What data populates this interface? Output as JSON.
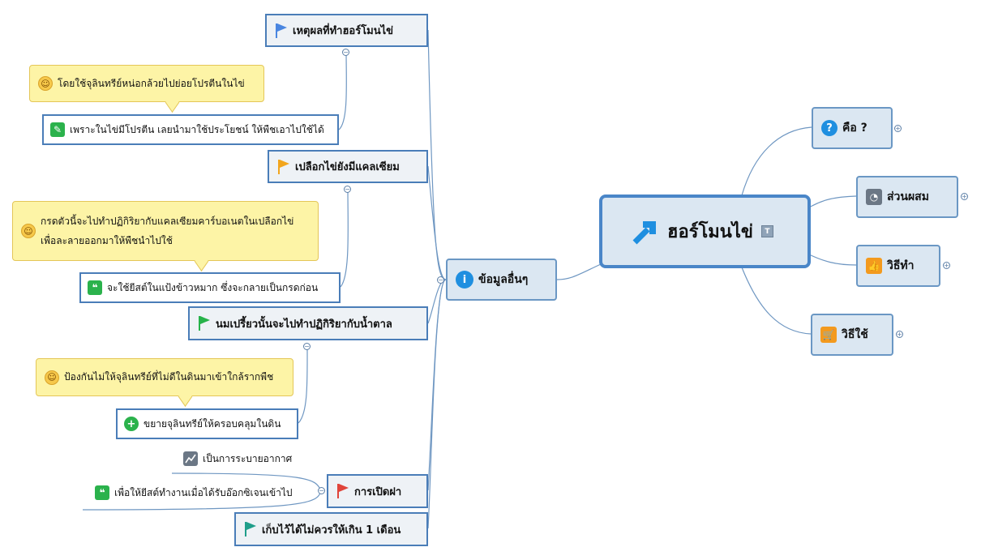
{
  "central": {
    "label": "ฮอร์โมนไข่",
    "icon": "arrow-up-right-icon",
    "note_icon": "attachment-icon"
  },
  "right_topics": [
    {
      "label": "คือ ?",
      "icon": "question-icon"
    },
    {
      "label": "ส่วนผสม",
      "icon": "pie-chart-icon"
    },
    {
      "label": "วิธีทำ",
      "icon": "thumbs-up-icon"
    },
    {
      "label": "วิธีใช้",
      "icon": "cart-icon"
    }
  ],
  "left_main": {
    "label": "ข้อมูลอื่นๆ",
    "icon": "info-icon"
  },
  "branches": {
    "b1": {
      "label": "เหตุผลที่ทำฮอร์โมนไข่",
      "flag_color": "#4a86e0",
      "child": "เพราะในไข่มีโปรตีน เลยนำมาใช้ประโยชน์ ให้พืชเอาไปใช้ได้",
      "child_icon": "pencil-icon",
      "note": "โดยใช้จุลินทรีย์หน่อกล้วยไปย่อยโปรตีนในไข่"
    },
    "b2": {
      "label": "เปลือกไข่ยังมีแคลเซียม",
      "flag_color": "#f2a51d",
      "child": "จะใช้ยีสต์ในแป้งข้าวหมาก ซึ่งจะกลายเป็นกรดก่อน",
      "child_icon": "quote-icon",
      "note_line1": "กรดตัวนี้จะไปทำปฏิกิริยากับแคลเซียมคาร์บอเนตในเปลือกไข่",
      "note_line2": "เพื่อละลายออกมาให้พืชนำไปใช้"
    },
    "b3": {
      "label": "นมเปรี้ยวนั้นจะไปทำปฏิกิริยากับน้ำตาล",
      "flag_color": "#27b34a",
      "child": "ขยายจุลินทรีย์ให้ครอบคลุมในดิน",
      "child_icon": "plus-icon",
      "note": "ป้องกันไม่ให้จุลินทรีย์ที่ไม่ดีในดินมาเข้าใกล้รากพืช"
    },
    "b4": {
      "label": "การเปิดฝา",
      "flag_color": "#e0443a",
      "child1": "เป็นการระบายอากาศ",
      "child1_icon": "chart-icon",
      "child2": "เพื่อให้ยีสต์ทำงานเมื่อได้รับอ๊อกซิเจนเข้าไป",
      "child2_icon": "quote-icon"
    },
    "b5": {
      "label": "เก็บไว้ได้ไม่ควรให้เกิน 1 เดือน",
      "flag_color": "#1f9e8a"
    }
  },
  "colors": {
    "line": "#6f97c2",
    "border": "#4a7db8",
    "note_bg": "#fdf4a6"
  }
}
